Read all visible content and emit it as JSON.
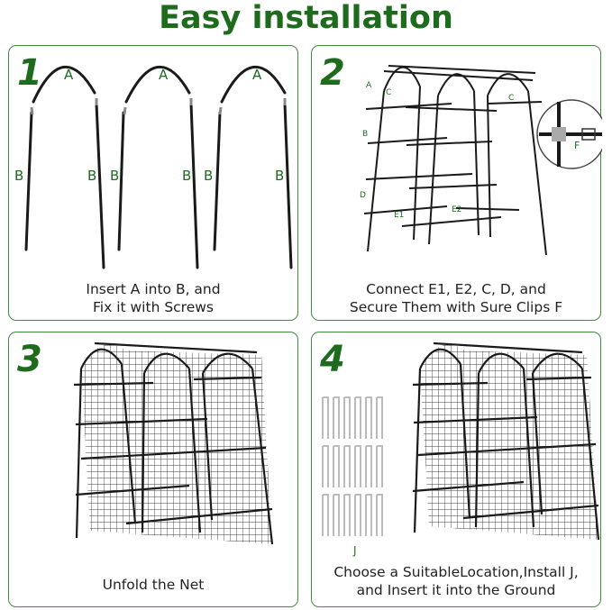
{
  "title": "Easy installation",
  "steps": [
    {
      "number": "1",
      "caption_lines": [
        "Insert A into B, and",
        "Fix it with Screws"
      ]
    },
    {
      "number": "2",
      "caption_lines": [
        "Connect E1, E2, C, D, and",
        "Secure Them with Sure Clips F"
      ]
    },
    {
      "number": "3",
      "caption_lines": [
        "Unfold the Net"
      ]
    },
    {
      "number": "4",
      "caption_lines": [
        "Choose a SuitableLocation,Install J,",
        "and Insert it into the Ground"
      ]
    }
  ],
  "part_labels": {
    "step1": [
      "A",
      "A",
      "A",
      "B",
      "B",
      "B",
      "B",
      "B",
      "B"
    ],
    "step2": [
      "A",
      "C",
      "C",
      "B",
      "D",
      "E1",
      "E2",
      "F"
    ],
    "step4": [
      "J"
    ]
  },
  "colors": {
    "title": "#1e6b1e",
    "border": "#3f8a3f",
    "frame": "#1a1a1a"
  }
}
